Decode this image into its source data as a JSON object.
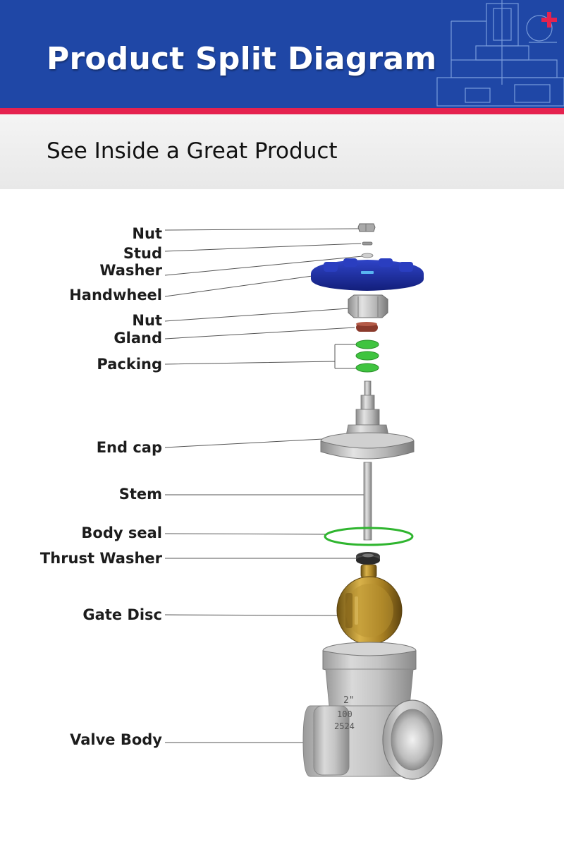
{
  "header": {
    "title": "Product Split Diagram",
    "subtitle": "See Inside a Great Product"
  },
  "colors": {
    "header_blue": "#1f47a6",
    "accent_red": "#e5224f",
    "handwheel_blue": "#1a2b9a",
    "packing_green": "#3fc43f",
    "gland_brown": "#8a3a2c",
    "gate_brass": "#b58b2a",
    "metal_grey": "#b9b9b9"
  },
  "diagram": {
    "parts": [
      {
        "label": "Nut"
      },
      {
        "label": "Stud"
      },
      {
        "label": "Washer"
      },
      {
        "label": "Handwheel"
      },
      {
        "label": "Nut"
      },
      {
        "label": "Gland"
      },
      {
        "label": "Packing"
      },
      {
        "label": "End cap"
      },
      {
        "label": "Stem"
      },
      {
        "label": "Body seal"
      },
      {
        "label": "Thrust Washer"
      },
      {
        "label": "Gate Disc"
      },
      {
        "label": "Valve Body"
      }
    ],
    "body_markings": {
      "size": "2\"",
      "pressure": "100",
      "code": "2524"
    }
  }
}
